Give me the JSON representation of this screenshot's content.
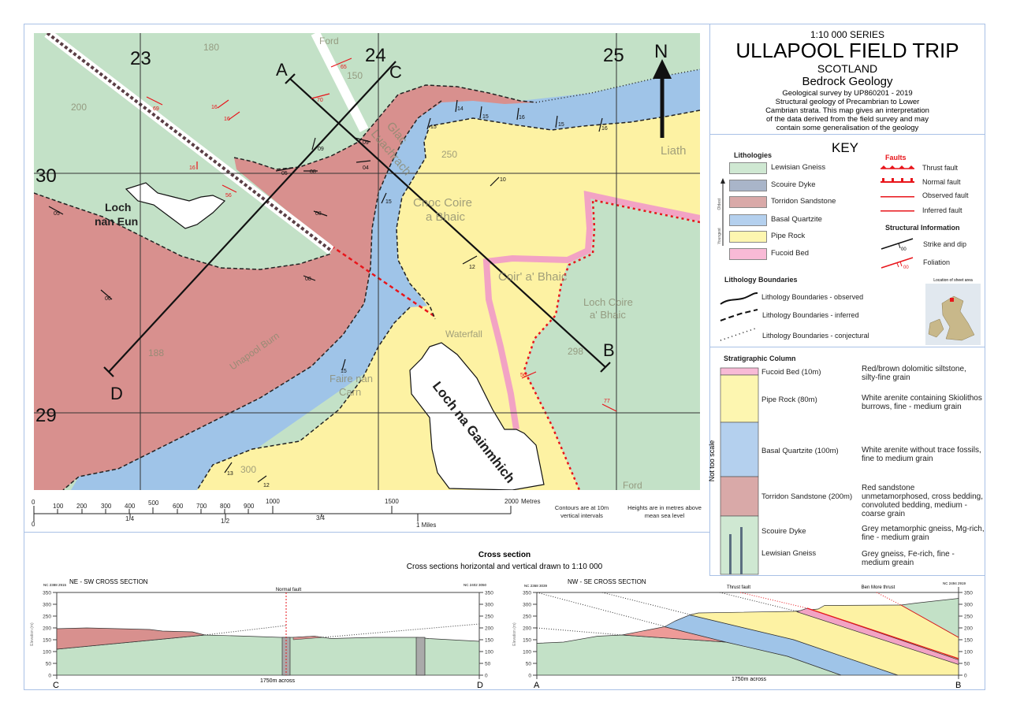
{
  "title": {
    "series": "1:10 000 SERIES",
    "main": "ULLAPOOL FIELD TRIP",
    "country": "SCOTLAND",
    "subtitle": "Bedrock Geology",
    "survey": "Geological survey by UP860201 - 2019",
    "note_lines": [
      "Structural geology of Precambrian to Lower",
      "Cambrian strata. This map gives an interpretation",
      "of the data derived from the field survey and may",
      "contain some generalisation of the geology"
    ]
  },
  "map": {
    "grid_labels": {
      "e23": "23",
      "e24": "24",
      "e25": "25",
      "n30": "30",
      "n29": "29"
    },
    "north": "N",
    "section_ends": {
      "a": "A",
      "b": "B",
      "c": "C",
      "d": "D"
    },
    "lakes": {
      "loch_nan_eun_1": "Loch",
      "loch_nan_eun_2": "nan Eun",
      "loch_na_gainmhich": "Loch na Gainmhich"
    },
    "place_names": [
      "Ford",
      "Glac",
      "Luachrach",
      "Cnoc Coire",
      "a Bhaic",
      "Coir' a' Bhaic",
      "Loch Coire",
      "a' Bhaic",
      "Liath",
      "Unapool Burn",
      "Faire nan",
      "Carn",
      "Waterfall",
      "Ford",
      "298",
      "188",
      "250",
      "300",
      "180",
      "200",
      "150"
    ],
    "strike_dip": [
      "05",
      "06",
      "09",
      "09",
      "04",
      "05",
      "08",
      "08",
      "08",
      "15",
      "15",
      "14",
      "15",
      "16",
      "15",
      "16",
      "10",
      "12",
      "15",
      "13",
      "12"
    ],
    "foliation": [
      "65",
      "70",
      "69",
      "16",
      "16",
      "16",
      "56",
      "56",
      "77"
    ]
  },
  "scale": {
    "metre_ticks": [
      "0",
      "100",
      "200",
      "300",
      "400",
      "500",
      "600",
      "700",
      "800",
      "900",
      "1000",
      "1500",
      "2000"
    ],
    "metre_unit": "Metres",
    "mile_ticks": [
      "0",
      "1/4",
      "1/2",
      "3/4",
      "1 Miles"
    ],
    "contours_note": [
      "Contours are at 10m",
      "vertical intervals"
    ],
    "heights_note": [
      "Heights are in metres above",
      "mean sea level"
    ]
  },
  "key": {
    "title": "KEY",
    "lithologies_heading": "Lithologies",
    "oldest": "Oldest",
    "youngest": "Youngest",
    "lithologies": [
      {
        "label": "Lewisian Gneiss",
        "color": "#cfe8d2"
      },
      {
        "label": "Scouire Dyke",
        "color": "#a9b5c9"
      },
      {
        "label": "Torridon Sandstone",
        "color": "#d9a9a8"
      },
      {
        "label": "Basal Quartzite",
        "color": "#b4d0ee"
      },
      {
        "label": "Pipe Rock",
        "color": "#fdf6b0"
      },
      {
        "label": "Fucoid Bed",
        "color": "#f8bad6"
      }
    ],
    "faults_heading": "Faults",
    "faults": [
      "Thrust fault",
      "Normal fault",
      "Observed fault",
      "Inferred fault"
    ],
    "structural_heading": "Structural Information",
    "structural": [
      {
        "label": "Strike and dip",
        "value": "00"
      },
      {
        "label": "Foliation",
        "value": "00"
      }
    ],
    "boundaries_heading": "Lithology Boundaries",
    "boundaries": [
      "Lithology Boundaries - observed",
      "Lithology Boundaries - inferred",
      "Lithology Boundaries - conjectural"
    ],
    "location_label": "Location of sheet area"
  },
  "strat": {
    "heading": "Stratigraphic Column",
    "side_label": "Not too scale",
    "units": [
      {
        "label": "Fucoid Bed (10m)",
        "desc": "Red/brown dolomitic siltstone, silty-fine grain"
      },
      {
        "label": "Pipe Rock (80m)",
        "desc": "White arenite containing Skiolithos burrows, fine - medium grain"
      },
      {
        "label": "Basal Quartzite (100m)",
        "desc": "White arenite without trace fossils, fine to medium grain"
      },
      {
        "label": "Torridon Sandstone (200m)",
        "desc": "Red sandstone unmetamorphosed, cross bedding, convoluted bedding, medium - coarse grain"
      },
      {
        "label": "Scouire Dyke",
        "desc": "Grey metamorphic gneiss, Mg-rich, fine - medium grain"
      },
      {
        "label": "Lewisian Gneiss",
        "desc": "Grey gneiss, Fe-rich, fine - medium greain"
      }
    ]
  },
  "sections": {
    "heading": "Cross section",
    "subheading": "Cross sections horizontal and vertical drawn to 1:10 000",
    "elev_label": "Elevation (m)",
    "elev_ticks": [
      "0",
      "50",
      "100",
      "150",
      "200",
      "250",
      "300",
      "350"
    ],
    "left": {
      "title": "NE - SW CROSS SECTION",
      "ref_start": "NC 2388 2915",
      "ref_end": "NC 2402 3050",
      "fault": "Normal fault",
      "across": "1750m across",
      "start": "C",
      "end": "D"
    },
    "right": {
      "title": "NW - SE CROSS SECTION",
      "ref_start": "NC 2368 3039",
      "ref_end": "NC 2494 2919",
      "fault": "Thrust fault",
      "fault2": "Ben More thrust",
      "across": "1750m across",
      "start": "A",
      "end": "B"
    }
  },
  "colors": {
    "lewisian": "#c3e1c7",
    "torridon": "#d8908e",
    "basal": "#9fc4e8",
    "pipe": "#fdf2a3",
    "fucoid": "#f2a3c4",
    "fault": "#e8151b",
    "border": "#a9c1e6"
  }
}
